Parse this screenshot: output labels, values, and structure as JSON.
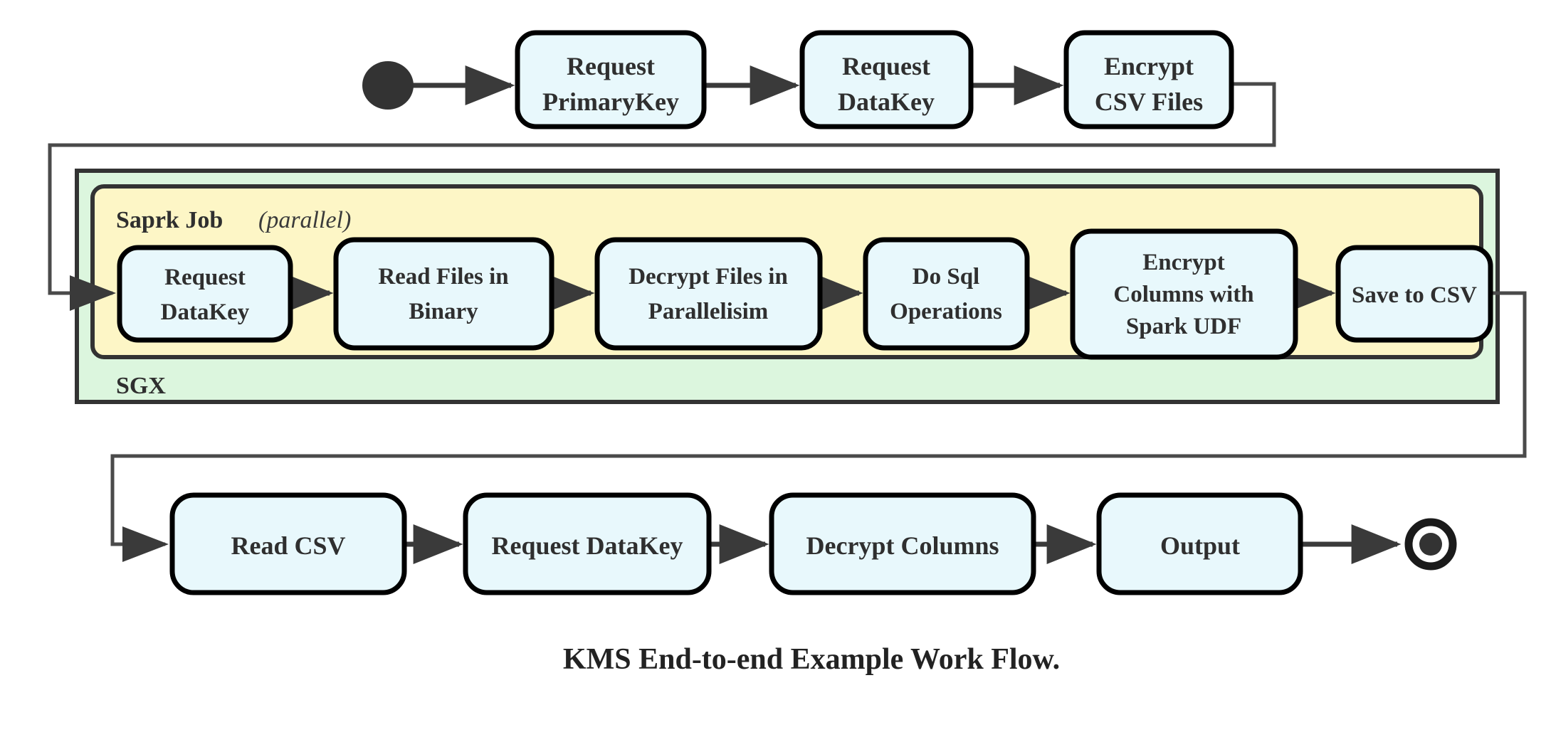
{
  "diagram": {
    "caption": "KMS End-to-end Example Work Flow.",
    "groups": {
      "outer": {
        "label": "SGX",
        "color": "#dcf6de"
      },
      "inner": {
        "label": "Saprk Job",
        "modifier": "(parallel)",
        "color": "#fdf6c6"
      }
    },
    "colors": {
      "node_fill": "#e8f8fc",
      "node_stroke": "#000000",
      "edge": "#3a3a3a",
      "start_node": "#333333",
      "text": "#2f2f2f"
    },
    "markers": {
      "start": "start-node-filled-circle",
      "end": "end-node-bullseye"
    },
    "rows": {
      "top": [
        {
          "id": "request-primarykey",
          "lines": [
            "Request",
            "PrimaryKey"
          ]
        },
        {
          "id": "request-datakey-top",
          "lines": [
            "Request",
            "DataKey"
          ]
        },
        {
          "id": "encrypt-csv-files",
          "lines": [
            "Encrypt",
            "CSV Files"
          ]
        }
      ],
      "spark": [
        {
          "id": "request-datakey-spark",
          "lines": [
            "Request",
            "DataKey"
          ]
        },
        {
          "id": "read-files-in-binary",
          "lines": [
            "Read Files in",
            "Binary"
          ]
        },
        {
          "id": "decrypt-files-in-parallelisim",
          "lines": [
            "Decrypt Files in",
            "Parallelisim"
          ]
        },
        {
          "id": "do-sql-operations",
          "lines": [
            "Do Sql",
            "Operations"
          ]
        },
        {
          "id": "encrypt-columns-with-spark-udf",
          "lines": [
            "Encrypt",
            "Columns with",
            "Spark UDF"
          ]
        },
        {
          "id": "save-to-csv",
          "lines": [
            "Save to CSV"
          ]
        }
      ],
      "bottom": [
        {
          "id": "read-csv",
          "lines": [
            "Read CSV"
          ]
        },
        {
          "id": "request-datakey-bottom",
          "lines": [
            "Request DataKey"
          ]
        },
        {
          "id": "decrypt-columns",
          "lines": [
            "Decrypt Columns"
          ]
        },
        {
          "id": "output",
          "lines": [
            "Output"
          ]
        }
      ]
    }
  }
}
